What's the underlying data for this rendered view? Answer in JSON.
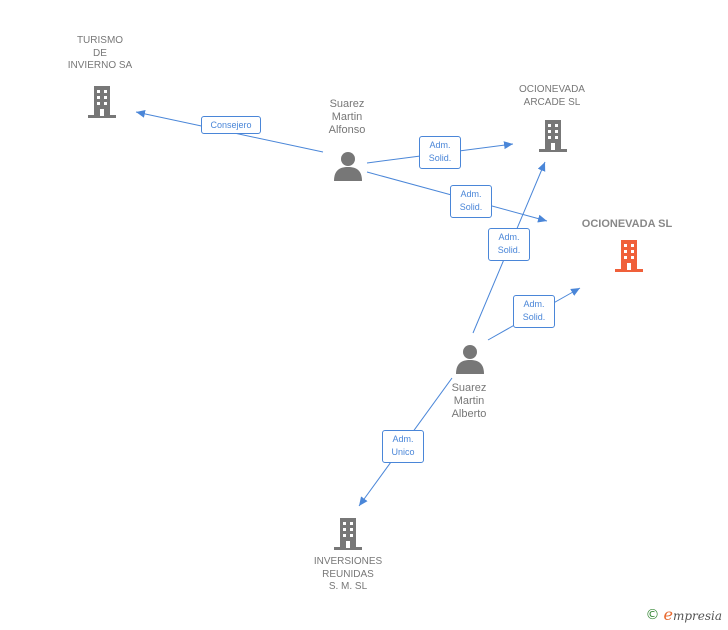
{
  "colors": {
    "edge": "#4a86d8",
    "company": "#777777",
    "main_company": "#f0603a",
    "person": "#777777"
  },
  "nodes": {
    "turismo": {
      "label": "TURISMO\nDE\nINVIERNO SA",
      "icon": "building-icon"
    },
    "ocionevada_arcade": {
      "label": "OCIONEVADA\nARCADE SL",
      "icon": "building-icon"
    },
    "ocionevada_sl": {
      "label": "OCIONEVADA SL",
      "icon": "building-icon"
    },
    "inversiones": {
      "label": "INVERSIONES\nREUNIDAS\nS. M.  SL",
      "icon": "building-icon"
    },
    "suarez_alfonso": {
      "label": "Suarez\nMartin\nAlfonso",
      "icon": "person-icon"
    },
    "suarez_alberto": {
      "label": "Suarez\nMartin\nAlberto",
      "icon": "person-icon"
    }
  },
  "edges": [
    {
      "from": "suarez_alfonso",
      "to": "turismo",
      "label": "Consejero"
    },
    {
      "from": "suarez_alfonso",
      "to": "ocionevada_arcade",
      "label": "Adm.\nSolid."
    },
    {
      "from": "suarez_alfonso",
      "to": "ocionevada_sl",
      "label": "Adm.\nSolid."
    },
    {
      "from": "suarez_alberto",
      "to": "ocionevada_arcade",
      "label": "Adm.\nSolid."
    },
    {
      "from": "suarez_alberto",
      "to": "ocionevada_sl",
      "label": "Adm.\nSolid."
    },
    {
      "from": "suarez_alberto",
      "to": "inversiones",
      "label": "Adm.\nUnico"
    }
  ],
  "brand": {
    "copyright": "©",
    "name_initial": "e",
    "name_rest": "mpresia"
  }
}
